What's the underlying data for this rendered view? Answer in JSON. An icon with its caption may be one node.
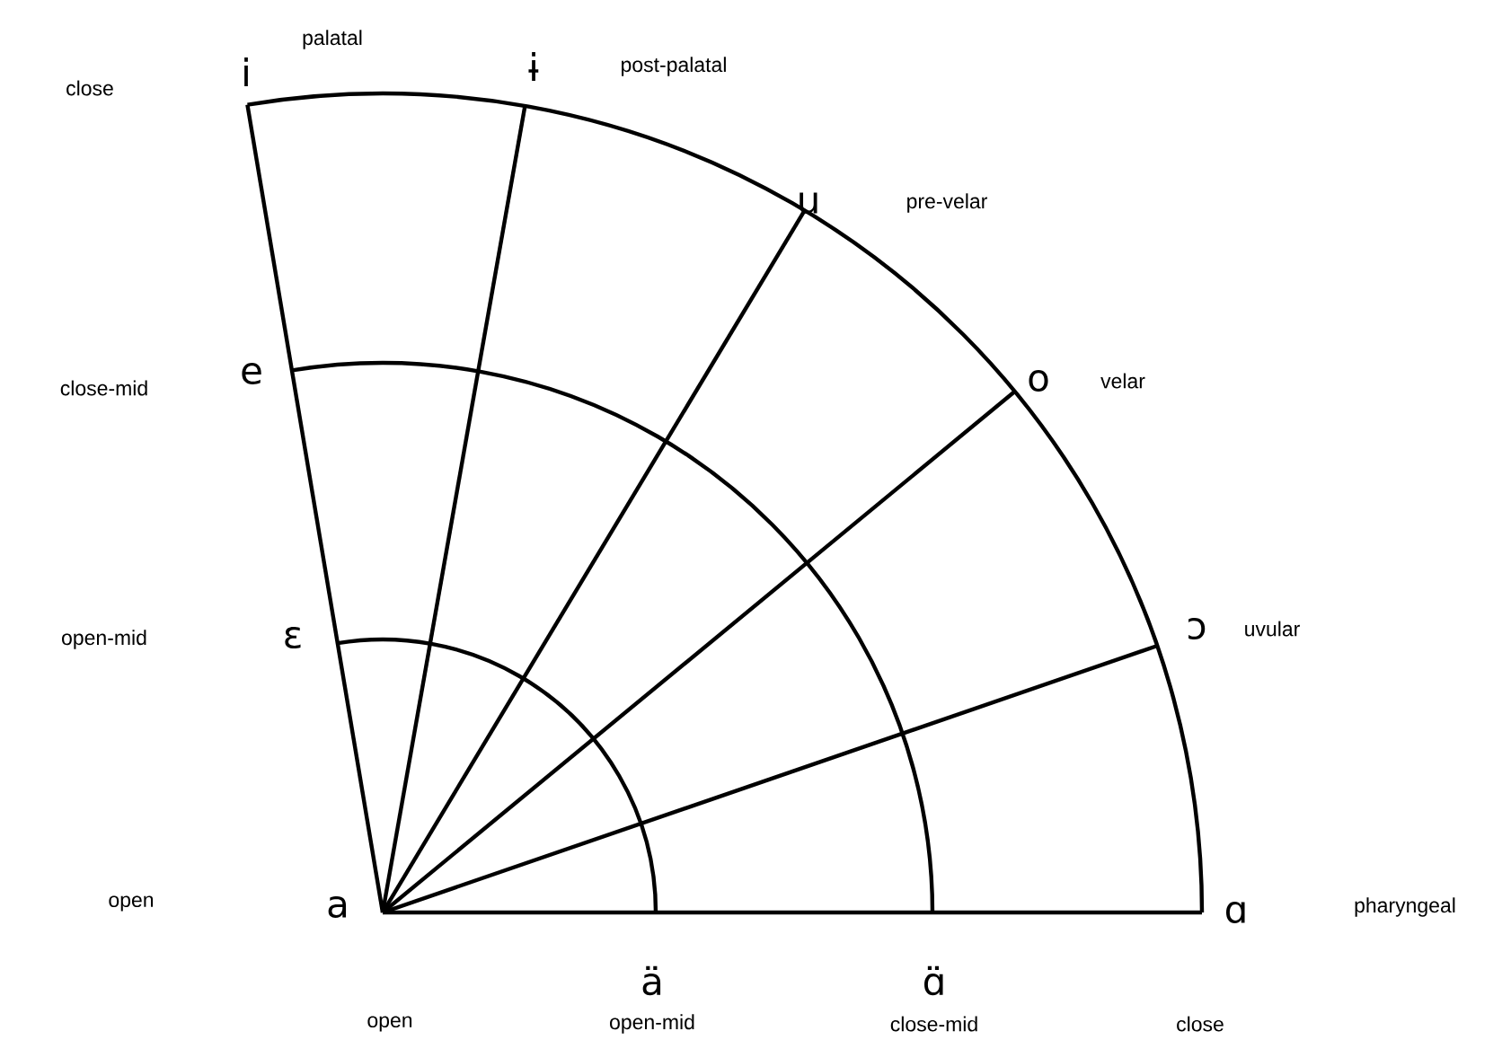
{
  "diagram": {
    "labels": [
      "palatal",
      "close",
      "i",
      "ɨ",
      "post-palatal",
      "u",
      "pre-velar",
      "close-mid",
      "e",
      "o",
      "velar",
      "open-mid",
      "ɛ",
      "ɔ",
      "uvular",
      "open",
      "a",
      "ɑ",
      "pharyngeal",
      "ä",
      "ɑ̈",
      "open",
      "open-mid",
      "close-mid",
      "close"
    ]
  }
}
